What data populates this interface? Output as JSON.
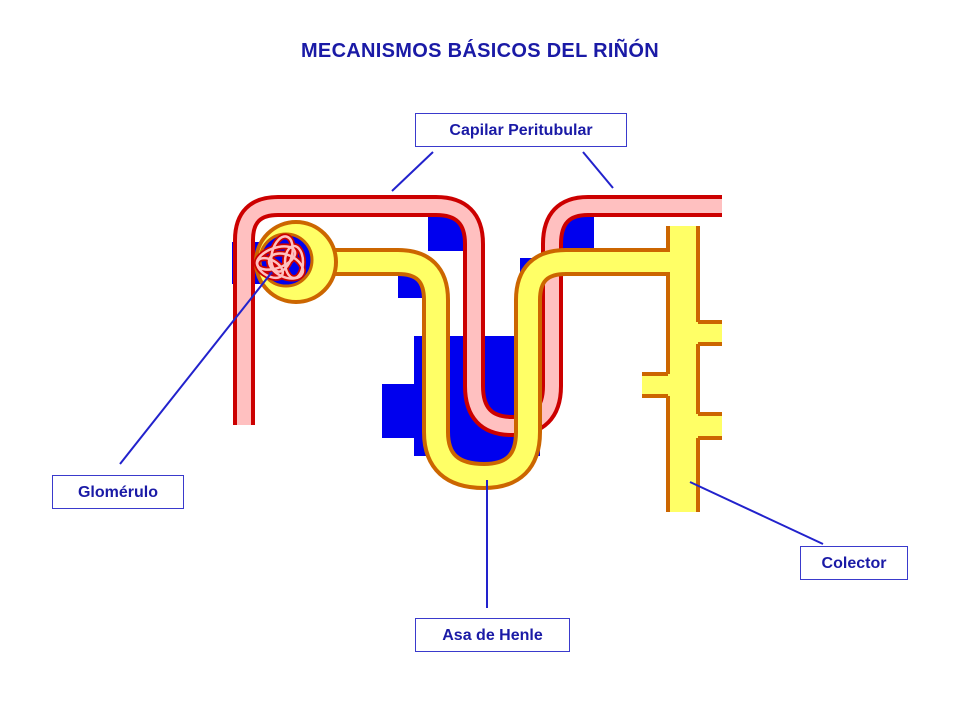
{
  "title": "MECANISMOS BÁSICOS DEL RIÑÓN",
  "labels": {
    "capilar": "Capilar Peritubular",
    "glomerulo": "Glomérulo",
    "asa": "Asa de Henle",
    "colector": "Colector"
  },
  "colors": {
    "title": "#1a1aa6",
    "label_border": "#3a3acc",
    "interstitium": "#0000ee",
    "capillary_wall": "#cc0000",
    "capillary_fill": "#ffc0c0",
    "tubule_wall": "#cc6600",
    "tubule_fill": "#ffff66",
    "leader_line": "#2222cc"
  }
}
